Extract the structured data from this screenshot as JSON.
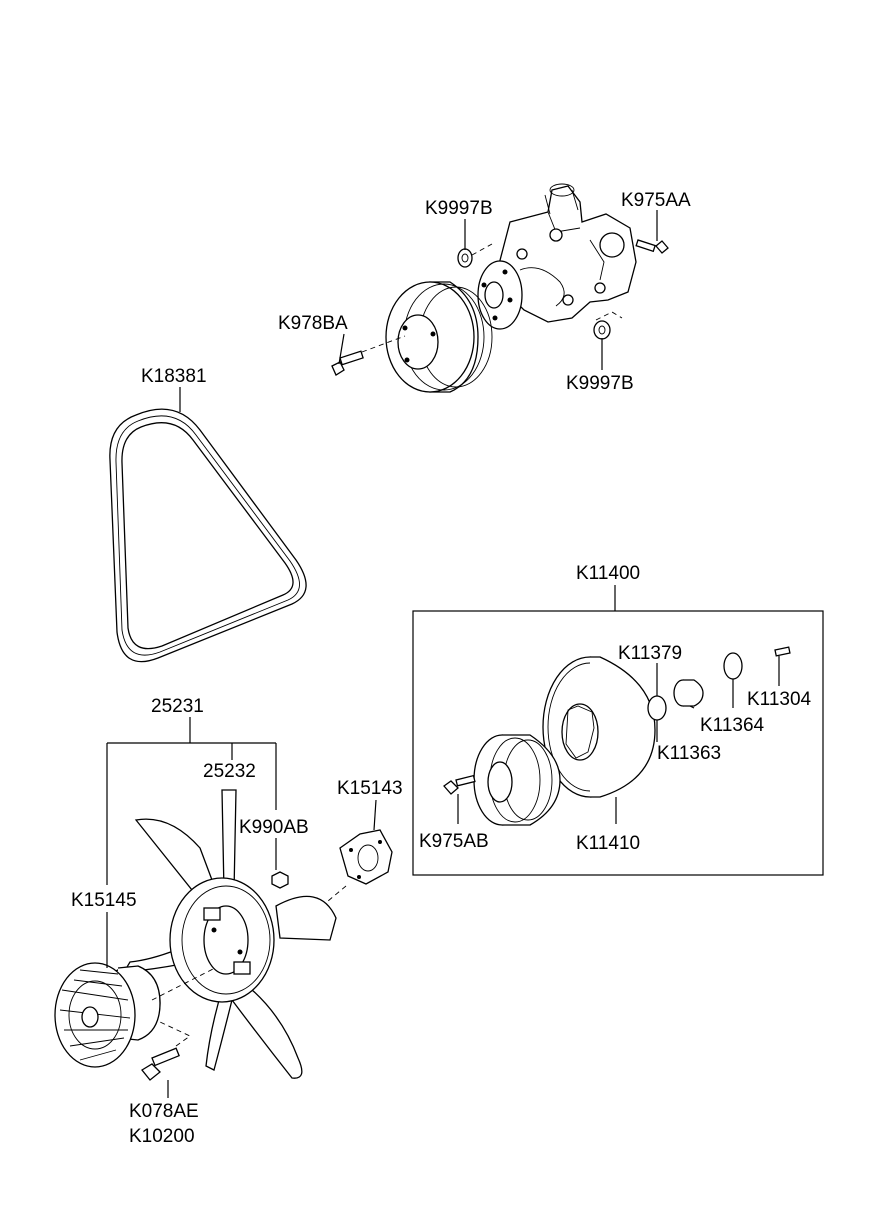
{
  "labels": {
    "k9997b_top": "K9997B",
    "k975aa": "K975AA",
    "k978ba": "K978BA",
    "k9997b_bottom": "K9997B",
    "k18381": "K18381",
    "k11400": "K11400",
    "k11379": "K11379",
    "k11304": "K11304",
    "k11364": "K11364",
    "k11363": "K11363",
    "k15143": "K15143",
    "k975ab": "K975AB",
    "k11410": "K11410",
    "p25231": "25231",
    "p25232": "25232",
    "k990ab": "K990AB",
    "k15145": "K15145",
    "k078ae": "K078AE",
    "k10200": "K10200"
  }
}
